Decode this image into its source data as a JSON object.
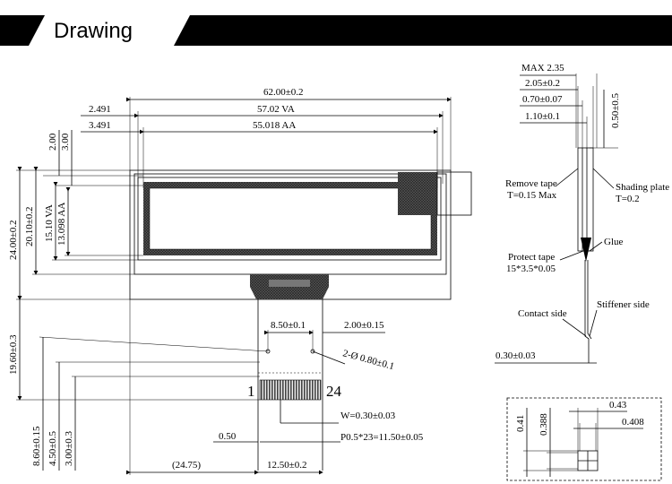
{
  "title": "Drawing",
  "front": {
    "width_total": "62.00±0.2",
    "width_va": "57.02 VA",
    "width_aa": "55.018 AA",
    "offset_va": "2.491",
    "offset_aa": "3.491",
    "top_va": "2.00",
    "top_aa": "3.00",
    "height_total": "24.00±0.2",
    "height_glass": "20.10±0.2",
    "height_va": "15.10 VA",
    "height_aa": "13.098 AA",
    "fpc_length": "19.60±0.3",
    "hole_spacing": "8.50±0.1",
    "hole_offset": "2.00±0.15",
    "holes": "2-Ø 0.80±0.1",
    "pin_first": "1",
    "pin_last": "24",
    "pin_width": "W=0.30±0.03",
    "pitch": "P0.5*23=11.50±0.05",
    "edge": "0.50",
    "left_offset": "(24.75)",
    "fpc_width": "12.50±0.2",
    "dim_a": "8.60±0.15",
    "dim_b": "4.50±0.5",
    "dim_c": "3.00±0.3"
  },
  "side": {
    "max": "MAX 2.35",
    "t1": "2.05±0.2",
    "t2": "0.70±0.07",
    "t3": "1.10±0.1",
    "t4": "0.50±0.5",
    "remove_tape_1": "Remove tape",
    "remove_tape_2": "T=0.15 Max",
    "shading_1": "Shading plate",
    "shading_2": "T=0.2",
    "protect_1": "Protect tape",
    "protect_2": "15*3.5*0.05",
    "glue": "Glue",
    "contact": "Contact side",
    "stiffener": "Stiffener side",
    "fpc_thick": "0.30±0.03"
  },
  "detail": {
    "d1": "0.43",
    "d2": "0.408",
    "d3": "0.41",
    "d4": "0.388"
  }
}
